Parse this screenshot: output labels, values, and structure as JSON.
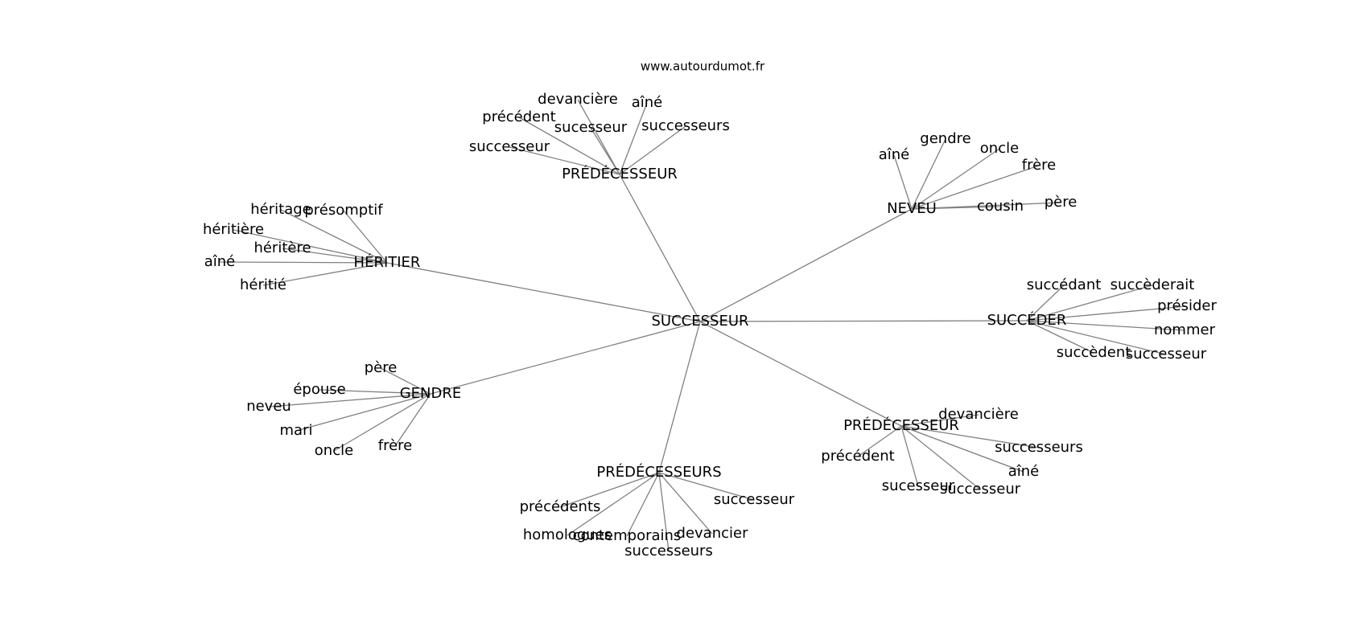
{
  "site": "www.autourdumot.fr",
  "colors": {
    "edge": "#808080",
    "text": "#000000",
    "background": "#ffffff"
  },
  "graph": {
    "center": "SUCCESSEUR",
    "clusters": [
      {
        "hub": "PRÉDÉCESSEUR",
        "leaves": [
          "devancière",
          "aîné",
          "précédent",
          "sucesseur",
          "successeurs",
          "successeur"
        ]
      },
      {
        "hub": "NEVEU",
        "leaves": [
          "aîné",
          "gendre",
          "oncle",
          "frère",
          "cousin",
          "père"
        ]
      },
      {
        "hub": "HÉRITIER",
        "leaves": [
          "héritage",
          "présomptif",
          "héritière",
          "héritère",
          "aîné",
          "héritié"
        ]
      },
      {
        "hub": "SUCCÉDER",
        "leaves": [
          "succédant",
          "succèderait",
          "présider",
          "nommer",
          "succèdent",
          "successeur"
        ]
      },
      {
        "hub": "GENDRE",
        "leaves": [
          "père",
          "épouse",
          "neveu",
          "mari",
          "oncle",
          "frère"
        ]
      },
      {
        "hub": "PRÉDÉCESSEUR",
        "leaves": [
          "devancière",
          "précédent",
          "successeurs",
          "aîné",
          "sucesseur",
          "successeur"
        ]
      },
      {
        "hub": "PRÉDÉCESSEURS",
        "leaves": [
          "successeur",
          "précédents",
          "homologues",
          "contemporains",
          "devancier",
          "successeurs"
        ]
      }
    ]
  }
}
